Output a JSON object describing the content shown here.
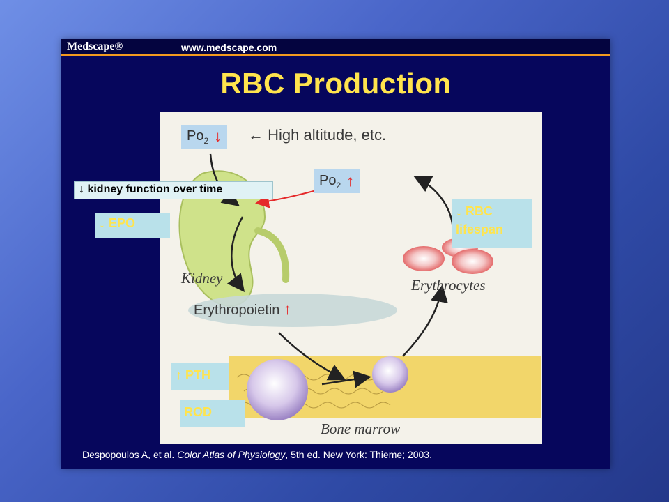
{
  "header": {
    "logo": "Medscape®",
    "url": "www.medscape.com"
  },
  "title": "RBC Production",
  "figure": {
    "po2_top": {
      "label": "Po",
      "sub": "2"
    },
    "po2_right": {
      "label": "Po",
      "sub": "2"
    },
    "high_altitude": "← High altitude, etc.",
    "kidney_label": "Kidney",
    "erythropoietin": "Erythropoietin",
    "erythrocytes": "Erythrocytes",
    "bone_marrow": "Bone marrow"
  },
  "overlays": {
    "kidney_function": "↓ kidney function over time",
    "epo": "↓ EPO",
    "rbc_lifespan_line1": "↓ RBC",
    "rbc_lifespan_line2": "lifespan",
    "pth": "↑ PTH",
    "rod": "ROD"
  },
  "citation": {
    "authors": "Despopoulos A, et al. ",
    "book": "Color Atlas of Physiology",
    "rest": ", 5th ed. New York: Thieme; 2003."
  },
  "colors": {
    "title": "#ffe44d",
    "slide_bg": "#06065c",
    "accent_bar": "#f29a1f",
    "up_down_arrow": "#e52a2a"
  }
}
